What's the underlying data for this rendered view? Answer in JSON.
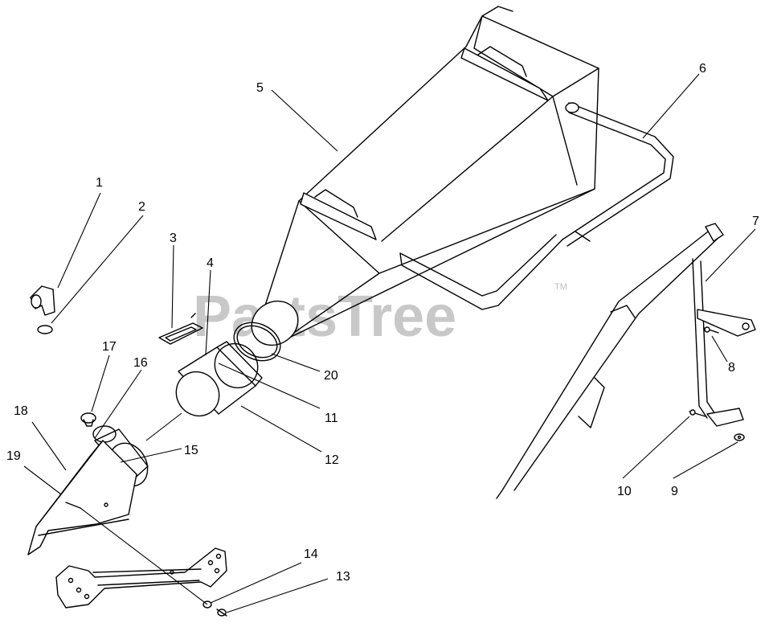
{
  "watermark": {
    "text": "PartsTree",
    "trademark": "TM"
  },
  "callouts": {
    "c1": "1",
    "c2": "2",
    "c3": "3",
    "c4": "4",
    "c5": "5",
    "c6": "6",
    "c7": "7",
    "c8": "8",
    "c9": "9",
    "c10": "10",
    "c11": "11",
    "c12": "12",
    "c13": "13",
    "c14": "14",
    "c15": "15",
    "c16": "16",
    "c17": "17",
    "c18": "18",
    "c19": "19",
    "c20": "20"
  }
}
